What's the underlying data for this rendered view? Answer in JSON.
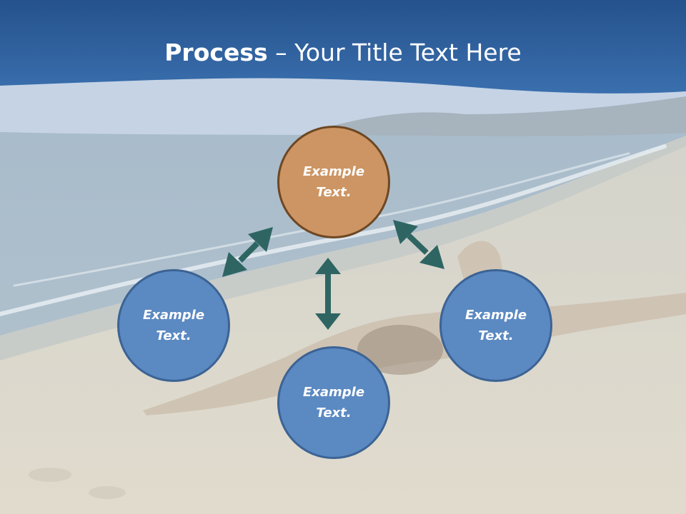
{
  "slide": {
    "title_bold": "Process",
    "title_rest": " – Your Title Text Here",
    "colors": {
      "banner": "#2f64a6",
      "arrow": "#2e6563",
      "node_blue": "#5b89c2",
      "node_orange": "#cc9563"
    }
  },
  "nodes": {
    "top": "Example Text.",
    "left": "Example Text.",
    "right": "Example Text.",
    "bottom": "Example Text."
  }
}
